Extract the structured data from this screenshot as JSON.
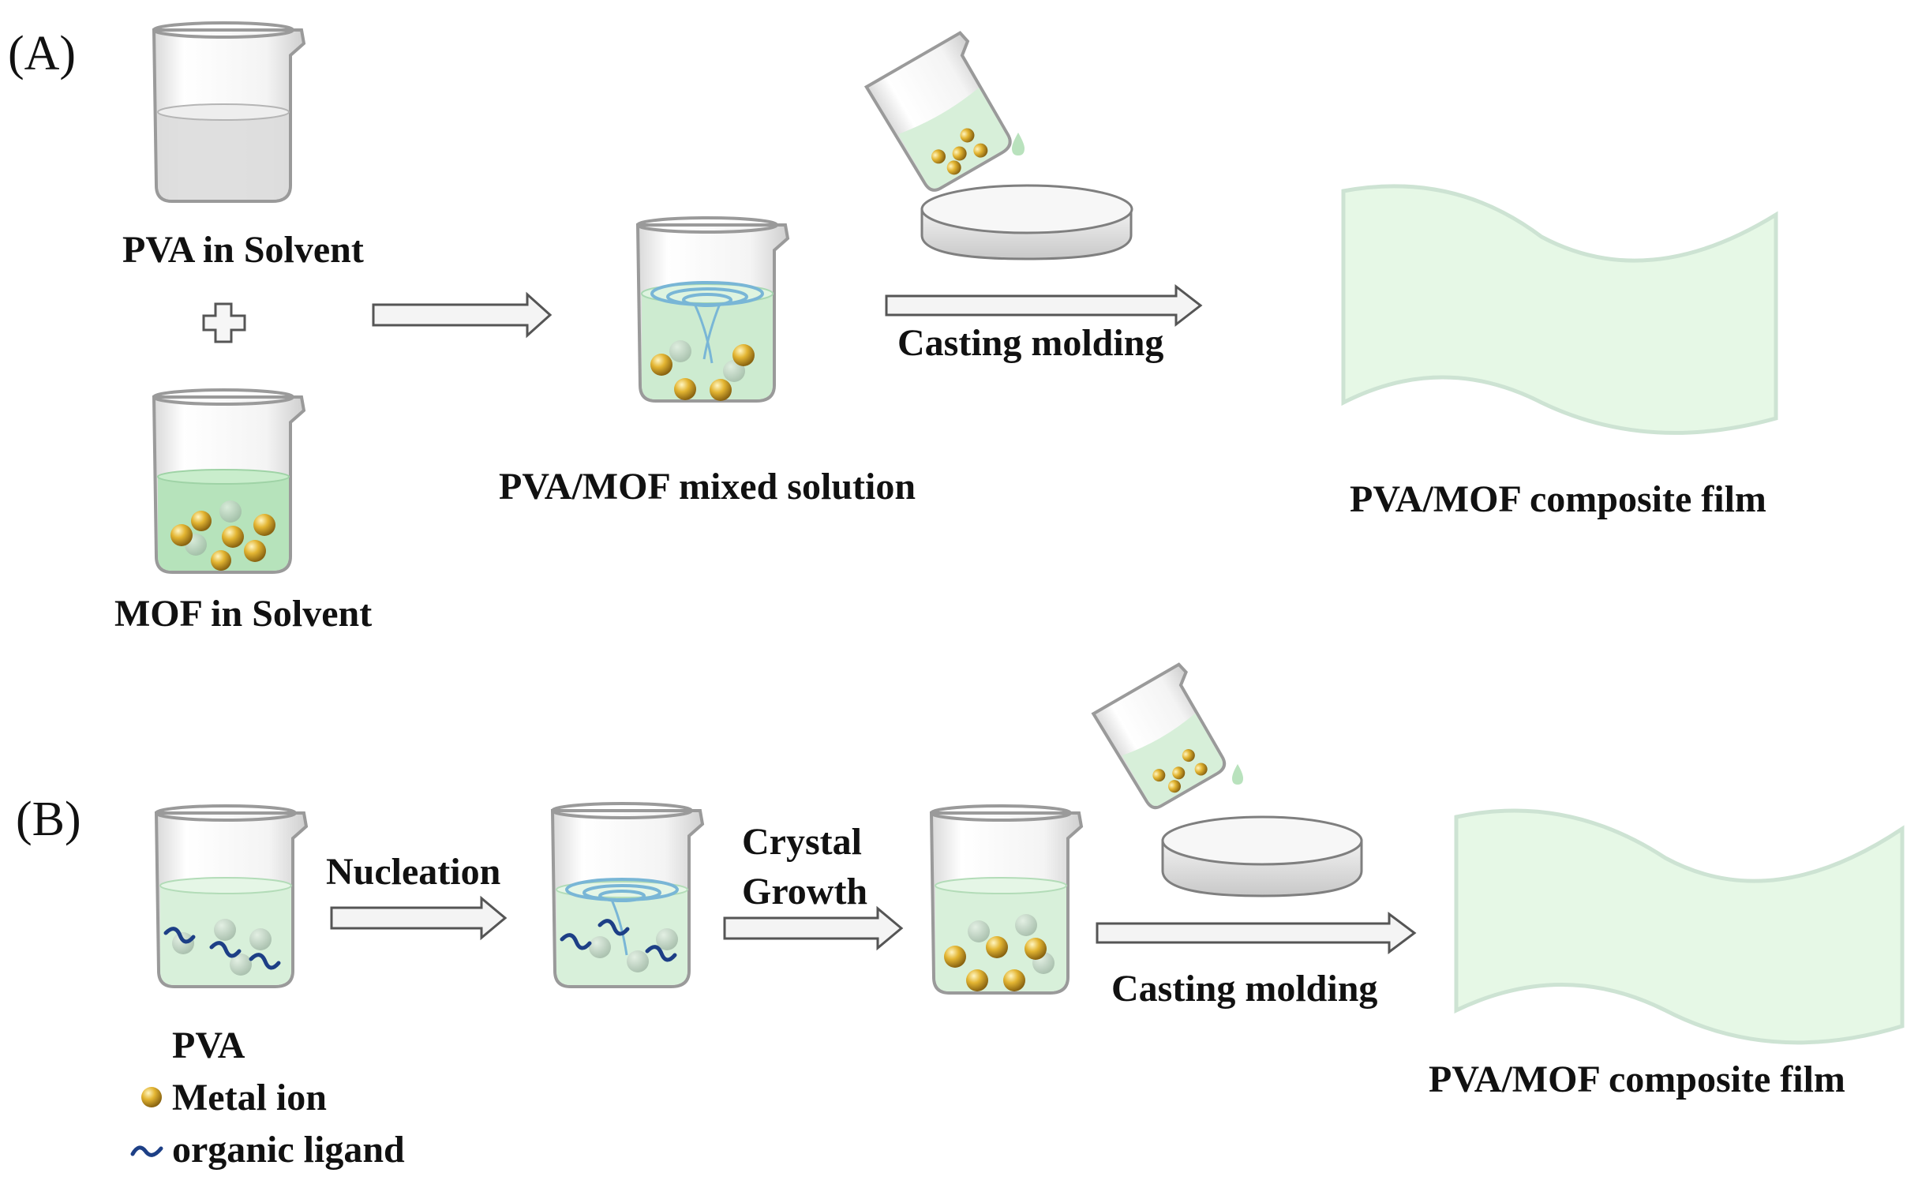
{
  "panel_a": {
    "label": "(A)",
    "pva_solvent": "PVA in Solvent",
    "mof_solvent": "MOF in Solvent",
    "mixed_solution": "PVA/MOF mixed solution",
    "casting": "Casting molding",
    "film": "PVA/MOF  composite film"
  },
  "panel_b": {
    "label": "(B)",
    "nucleation": "Nucleation",
    "crystal_line1": "Crystal",
    "crystal_line2": "Growth",
    "casting": "Casting molding",
    "film": "PVA/MOF  composite film",
    "legend": {
      "pva": "PVA",
      "metal_ion": "Metal ion",
      "organic_ligand": "organic ligand"
    }
  },
  "colors": {
    "solution_green": "#b6e3bb",
    "film_green": "#e6f8e6",
    "particle_gold": "#d8a92a",
    "ligand_blue": "#1d3f86",
    "swirl_blue": "#79b6d6"
  }
}
